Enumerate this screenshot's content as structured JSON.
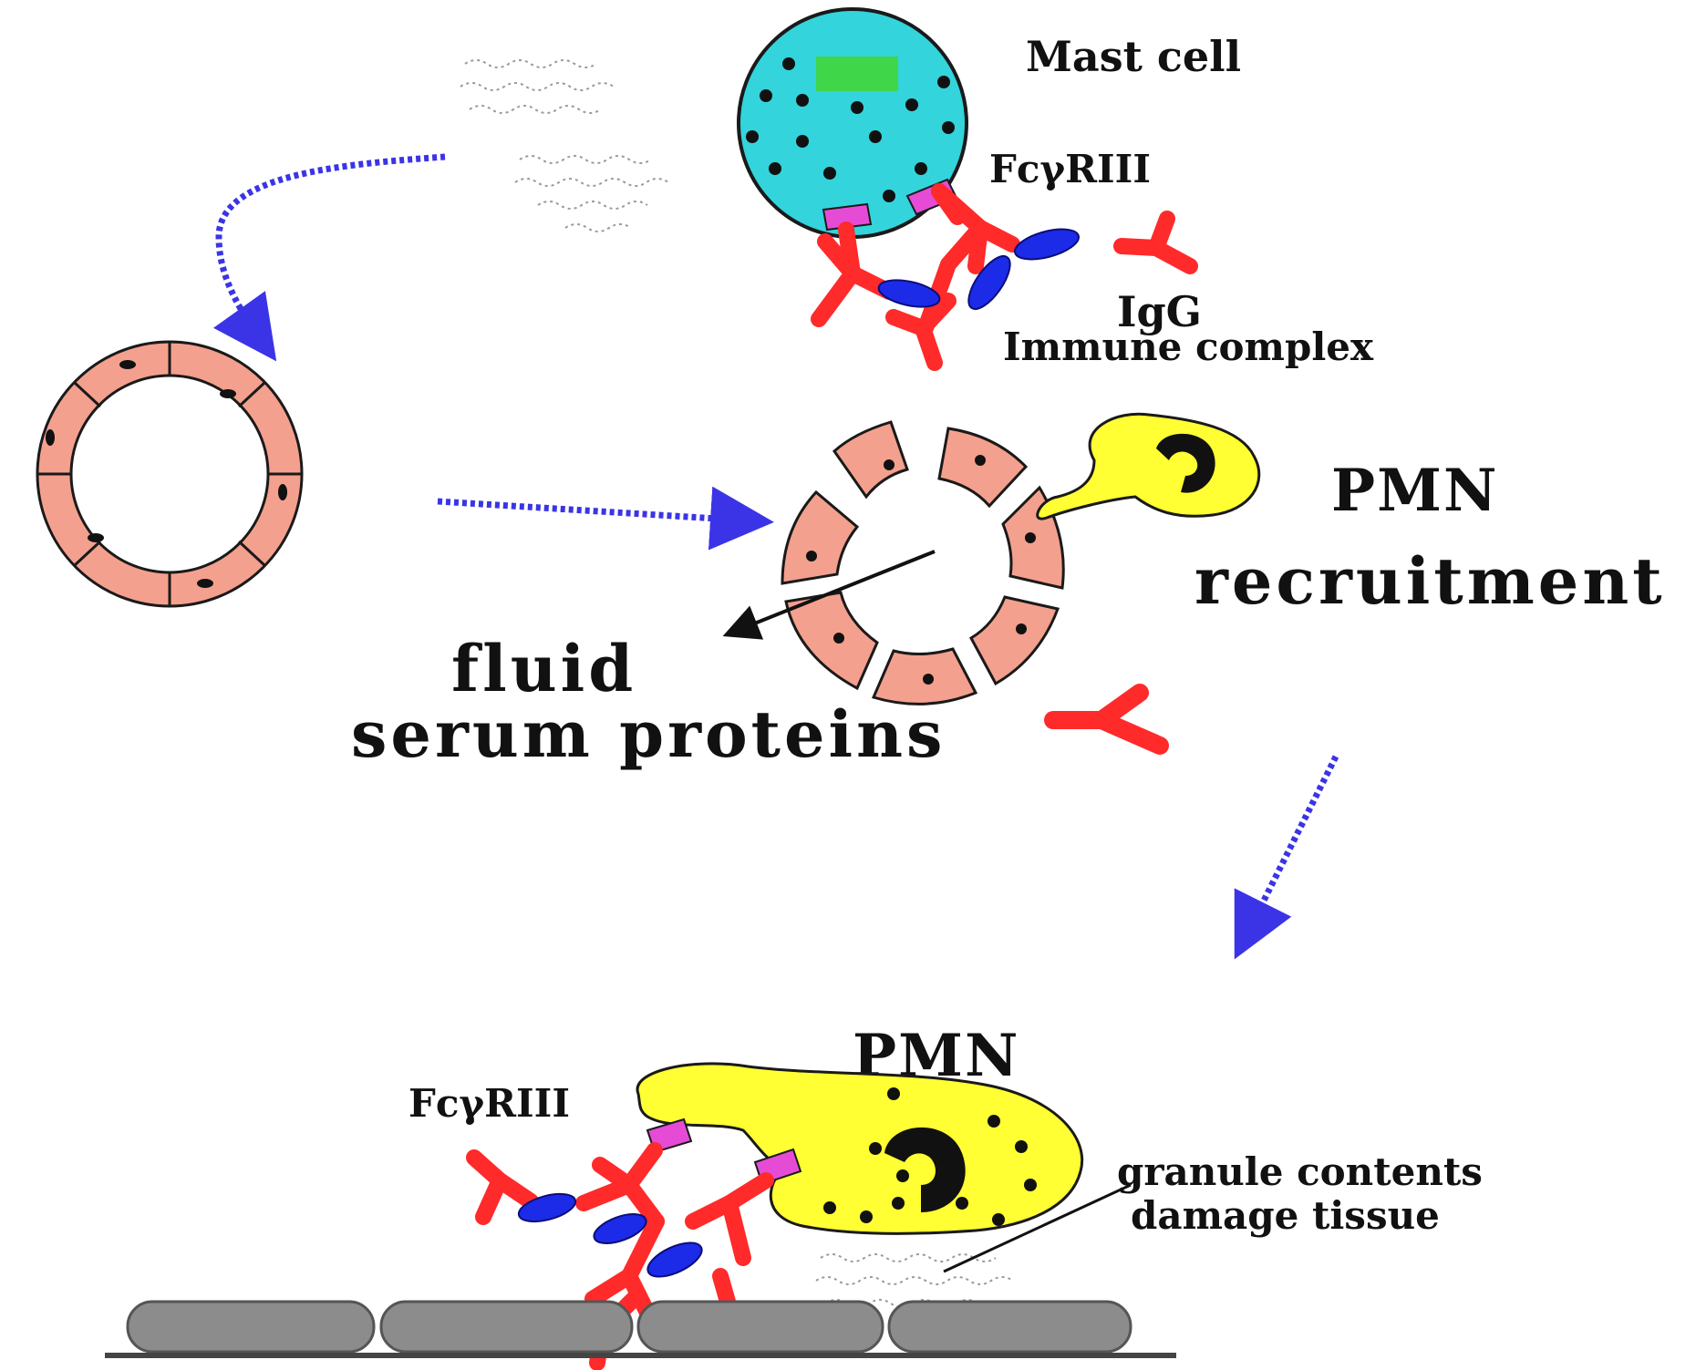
{
  "labels": {
    "mast_cell": "Mast cell",
    "receptor_top": "FcγRIII",
    "igg_line1": "IgG",
    "igg_line2": "Immune complex",
    "pmn_recruit_line1": "PMN",
    "pmn_recruit_line2": "recruitment",
    "fluid_line1": "fluid",
    "fluid_line2": "serum proteins",
    "pmn_bottom": "PMN",
    "receptor_bottom": "FcγRIII",
    "granule_line1": "granule contents",
    "granule_line2": "damage tissue"
  },
  "colors": {
    "mast_cell_fill": "#33d4dc",
    "mast_nucleus": "#3fd64a",
    "endothelium": "#f4a08e",
    "receptor": "#e64bd6",
    "antibody": "#ff2a2a",
    "antigen": "#1b2be8",
    "pmn_fill": "#ffff33",
    "arrow_blue": "#3b34e6",
    "tissue": "#8c8c8c"
  }
}
